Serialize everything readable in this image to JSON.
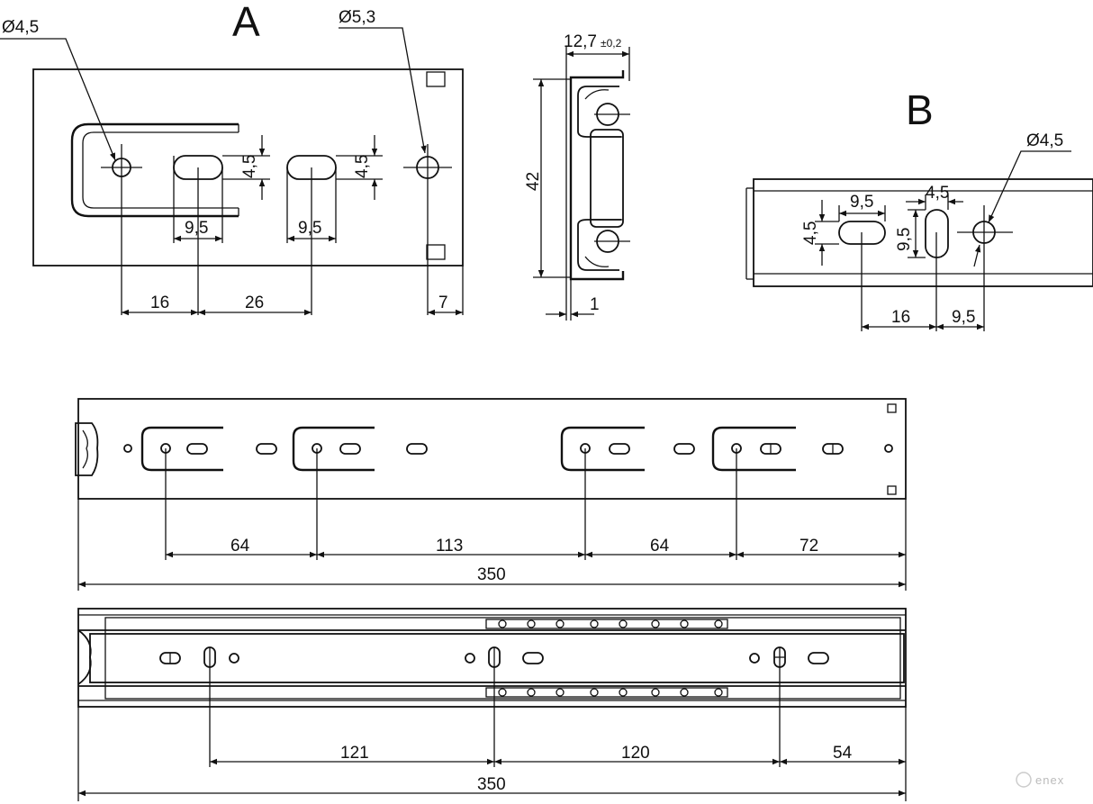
{
  "views": {
    "a": {
      "label": "A",
      "hole_left": "Ø4,5",
      "hole_right": "Ø5,3",
      "slot1_height": "4,5",
      "slot2_height": "4,5",
      "slot1_width": "9,5",
      "slot2_width": "9,5",
      "dim_1": "16",
      "dim_2": "26",
      "dim_3": "7"
    },
    "section": {
      "width": "12,7",
      "tol": "±0,2",
      "height": "42",
      "thickness": "1"
    },
    "b": {
      "label": "B",
      "hole": "Ø4,5",
      "slot_h_width": "9,5",
      "slot_h_height": "4,5",
      "slot_v_width": "4,5",
      "slot_v_height": "9,5",
      "dim_1": "16",
      "dim_2": "9,5"
    },
    "rail_top": {
      "dim_1": "64",
      "dim_2": "113",
      "dim_3": "64",
      "dim_4": "72",
      "total": "350"
    },
    "rail_bottom": {
      "dim_1": "121",
      "dim_2": "120",
      "dim_3": "54",
      "total": "350"
    }
  },
  "brand": "enex"
}
